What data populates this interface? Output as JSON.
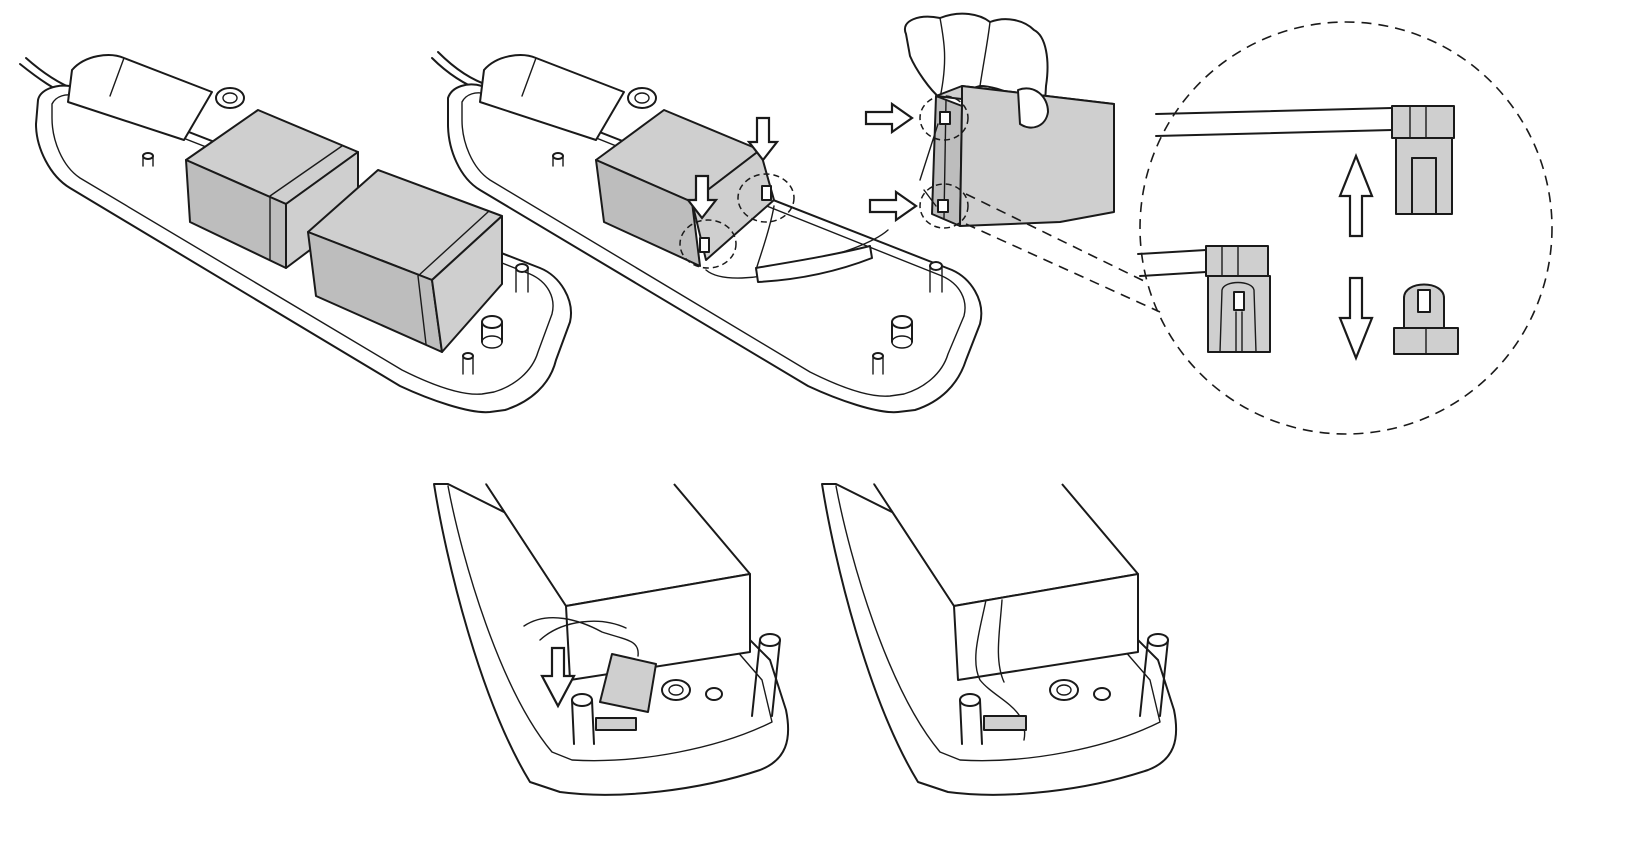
{
  "diagram": {
    "panels": [
      {
        "id": "step-1",
        "content": "open-housing-with-two-batteries"
      },
      {
        "id": "step-2",
        "content": "battery-terminal-connectors-marked"
      },
      {
        "id": "step-3",
        "content": "pull-connectors-off-battery"
      },
      {
        "id": "connector-detail",
        "content": "magnified-connector-detail"
      },
      {
        "id": "step-4",
        "content": "route-cable-into-housing-end"
      },
      {
        "id": "step-5",
        "content": "cable-and-connector-stowed"
      }
    ],
    "colors": {
      "line": "#1a1a1a",
      "battery_fill": "#cfcfcf",
      "background": "#ffffff"
    },
    "icons": [
      "down-arrow-icon",
      "right-arrow-icon",
      "up-arrow-icon",
      "hand-icon",
      "battery-icon",
      "connector-icon"
    ]
  }
}
